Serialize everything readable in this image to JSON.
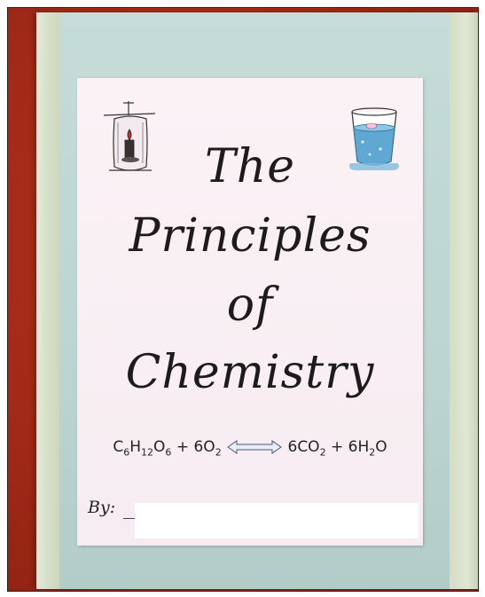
{
  "cover": {
    "title_lines": [
      "The",
      "Principles",
      "of",
      "Chemistry"
    ],
    "equation": {
      "reactant_1": "C6H12O6",
      "plus_1": "+",
      "reactant_2": "6O2",
      "product_1": "6CO2",
      "plus_2": "+",
      "product_2": "6H2O"
    },
    "by_label": "By:"
  },
  "illustrations": {
    "left": "bell-jar-candle-icon",
    "right": "glass-of-water-icon"
  },
  "colors": {
    "background_surface": "#a32a18",
    "binder": "#c5dcd8",
    "paper": "#f8eef3",
    "text": "#1d1b1b"
  }
}
